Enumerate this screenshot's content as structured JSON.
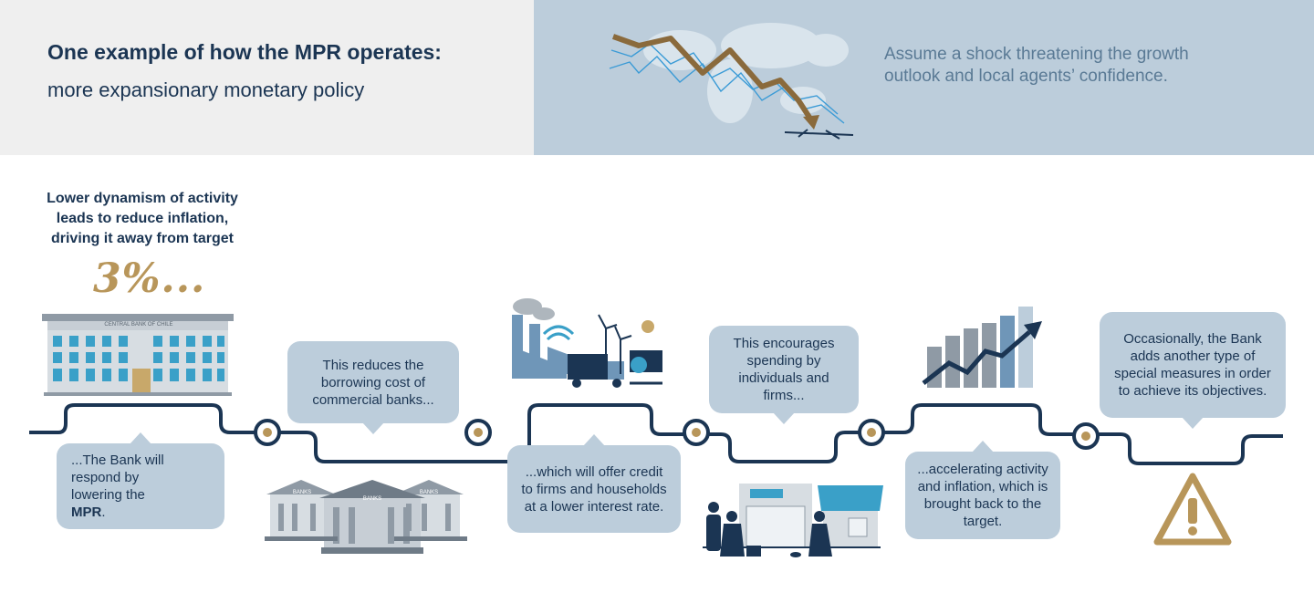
{
  "header": {
    "title_line1": "One example of how the MPR operates:",
    "title_line2": "more expansionary monetary policy",
    "shock_text": "Assume a shock threatening the growth outlook and local agents’ confidence."
  },
  "intro": {
    "text": "Lower dynamism of activity leads to reduce inflation, driving it away from target",
    "target": "3%..."
  },
  "central_bank_sign": "CENTRAL BANK OF CHILE",
  "banks_sign": "BANKS",
  "steps": [
    {
      "text_pre": "...The Bank will respond by lowering the ",
      "text_bold": "MPR",
      "text_post": "."
    },
    {
      "text": "This reduces the borrowing cost of commercial banks..."
    },
    {
      "text": "...which will offer credit to firms and households at a lower interest rate."
    },
    {
      "text": "This encourages spending by individuals and firms..."
    },
    {
      "text": "...accelerating activity and inflation, which is brought back to the target."
    },
    {
      "text": "Occasionally, the Bank adds another type of special measures in order to achieve its objectives."
    }
  ],
  "colors": {
    "navy": "#1b3553",
    "blue_gray": "#bccddb",
    "gold": "#b8965a",
    "light_gray": "#efefef"
  }
}
